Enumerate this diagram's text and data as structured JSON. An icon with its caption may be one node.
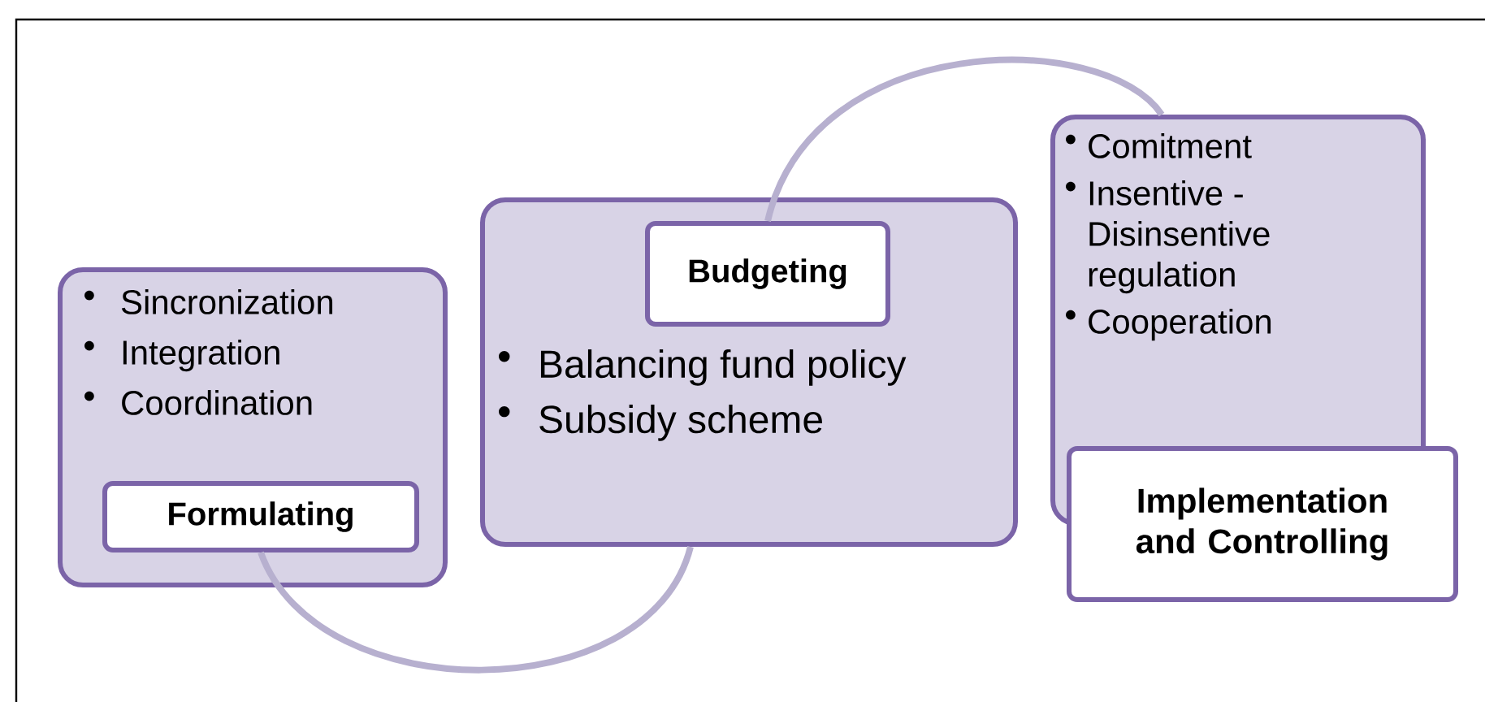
{
  "diagram": {
    "nodes": [
      {
        "text": [
          "Sincronization",
          "Integration",
          "Coordination"
        ]
      },
      {
        "text": [
          "Formulating"
        ],
        "in": 0
      },
      {
        "text": [
          "Balancing fund policy",
          "Subsidy scheme"
        ]
      },
      {
        "text": [
          "Budgeting"
        ],
        "in": 2
      },
      {
        "text": [
          "Comitment",
          "Insentive - Disinsentive regulation",
          "Cooperation"
        ]
      },
      {
        "text": [
          "Implementation and Controlling"
        ]
      }
    ],
    "edges": [
      {
        "from": 1,
        "to": 2,
        "arrow": "none"
      },
      {
        "from": 3,
        "to": 4,
        "arrow": "none"
      }
    ]
  }
}
